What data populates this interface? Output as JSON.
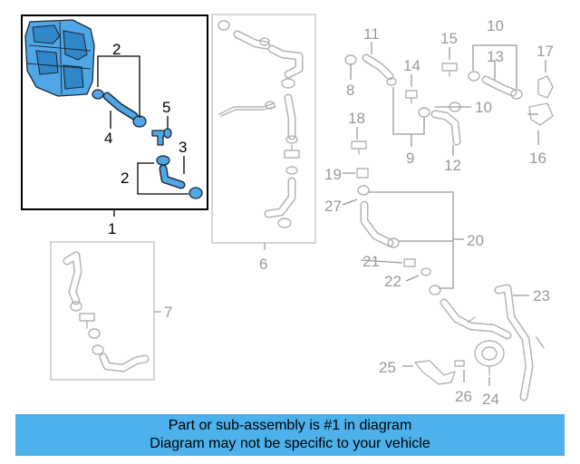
{
  "callouts": {
    "c1": "1",
    "c2a": "2",
    "c2b": "2",
    "c3": "3",
    "c4": "4",
    "c5": "5",
    "c6": "6",
    "c7": "7",
    "c8": "8",
    "c9": "9",
    "c10a": "10",
    "c10b": "10",
    "c11": "11",
    "c12": "12",
    "c13": "13",
    "c14": "14",
    "c15": "15",
    "c16": "16",
    "c17": "17",
    "c18": "18",
    "c19": "19",
    "c20": "20",
    "c21": "21",
    "c22": "22",
    "c23": "23",
    "c24": "24",
    "c25": "25",
    "c26": "26",
    "c27": "27"
  },
  "footer": {
    "line1": "Part or sub-assembly is #1 in diagram",
    "line2": "Diagram may not be specific to your vehicle"
  },
  "colors": {
    "highlight_part": "#4fa7e6",
    "footer_background": "#4db1ec",
    "faded_parts": "#b3b3b3",
    "faded_labels": "#999999"
  }
}
